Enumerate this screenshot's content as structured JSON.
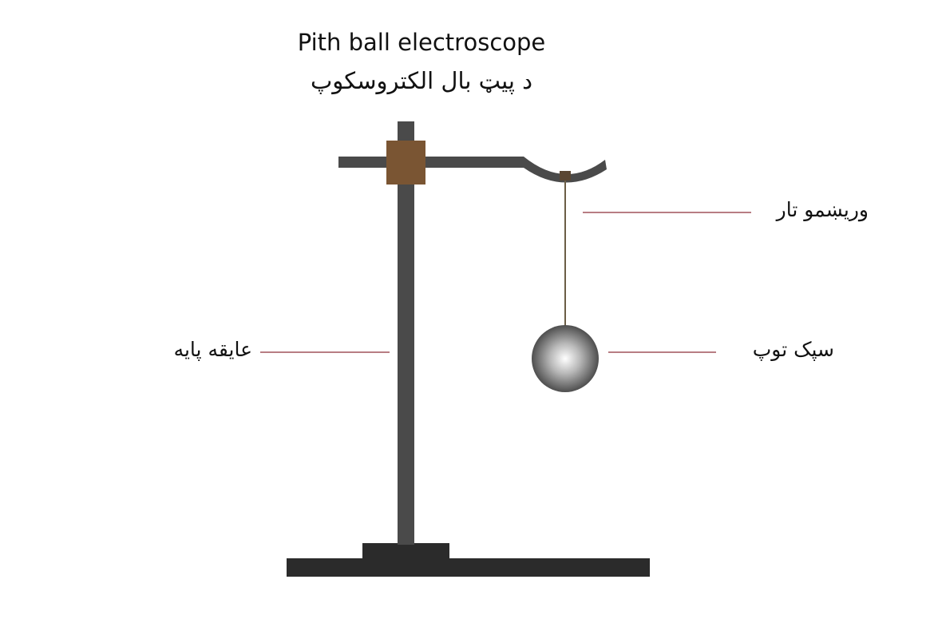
{
  "title": {
    "english": "Pith ball electroscope",
    "pashto": "د پيټ بال الکتروسکوپ"
  },
  "labels": {
    "silk_thread": "وريښمو تار",
    "light_ball": "سپک توپ",
    "insulating_stand": "عايقه پايه"
  },
  "colors": {
    "rod": "#4a4a4a",
    "base": "#2b2b2b",
    "clamp": "#7a5533",
    "thread": "#6b5d45",
    "leader": "#a0525a"
  }
}
